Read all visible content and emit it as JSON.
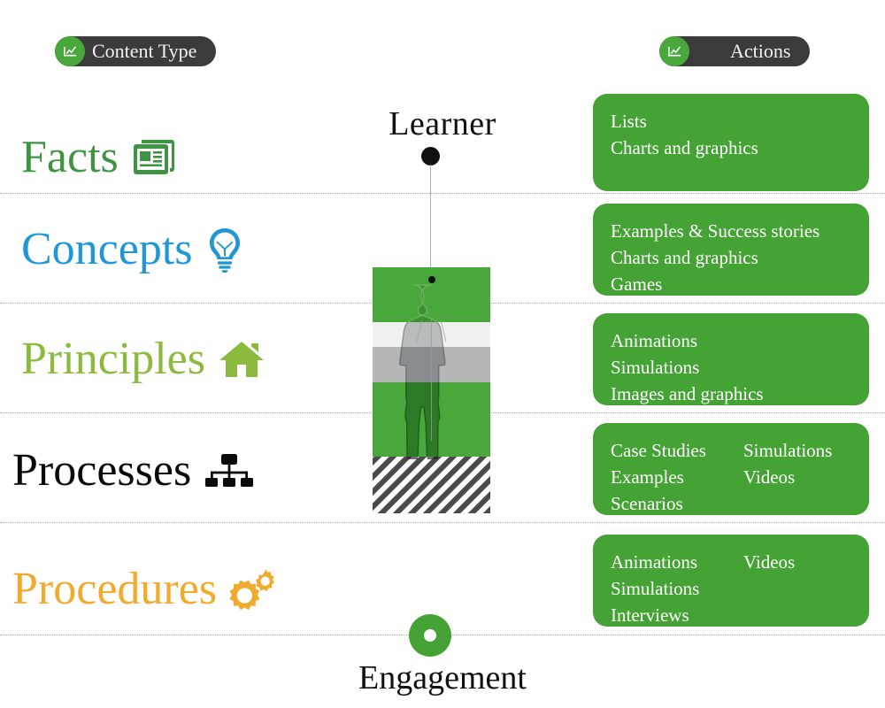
{
  "headers": {
    "content_type": {
      "label": "Content Type",
      "icon": "chart-icon",
      "badge_color": "#4aa73c",
      "pill_color": "#3b3b3b"
    },
    "actions": {
      "label": "Actions",
      "icon": "chart-icon",
      "badge_color": "#4aa73c",
      "pill_color": "#3b3b3b"
    }
  },
  "content_types": [
    {
      "label": "Facts",
      "icon": "newspaper-icon",
      "color": "#3f9444"
    },
    {
      "label": "Concepts",
      "icon": "lightbulb-icon",
      "color": "#2196d6"
    },
    {
      "label": "Principles",
      "icon": "house-icon",
      "color": "#8cba3f"
    },
    {
      "label": "Processes",
      "icon": "sitemap-icon",
      "color": "#0a0a0a"
    },
    {
      "label": "Procedures",
      "icon": "gears-icon",
      "color": "#f0ab2e"
    }
  ],
  "actions": [
    {
      "col_a": [
        "Lists",
        "Charts and graphics"
      ],
      "col_b": []
    },
    {
      "col_a": [
        "Examples & Success stories",
        "Charts and graphics",
        "Games"
      ],
      "col_b": []
    },
    {
      "col_a": [
        "Animations",
        "Simulations",
        "Images and graphics"
      ],
      "col_b": []
    },
    {
      "col_a": [
        "Case Studies",
        "Examples",
        "Scenarios"
      ],
      "col_b": [
        "Simulations",
        "Videos"
      ]
    },
    {
      "col_a": [
        "Animations",
        "Simulations",
        "Interviews"
      ],
      "col_b": [
        "Videos"
      ]
    }
  ],
  "center": {
    "top_label": "Learner",
    "bottom_label": "Engagement",
    "figure_alt": "person-in-suit-rear-view",
    "accent_color": "#45a335"
  }
}
